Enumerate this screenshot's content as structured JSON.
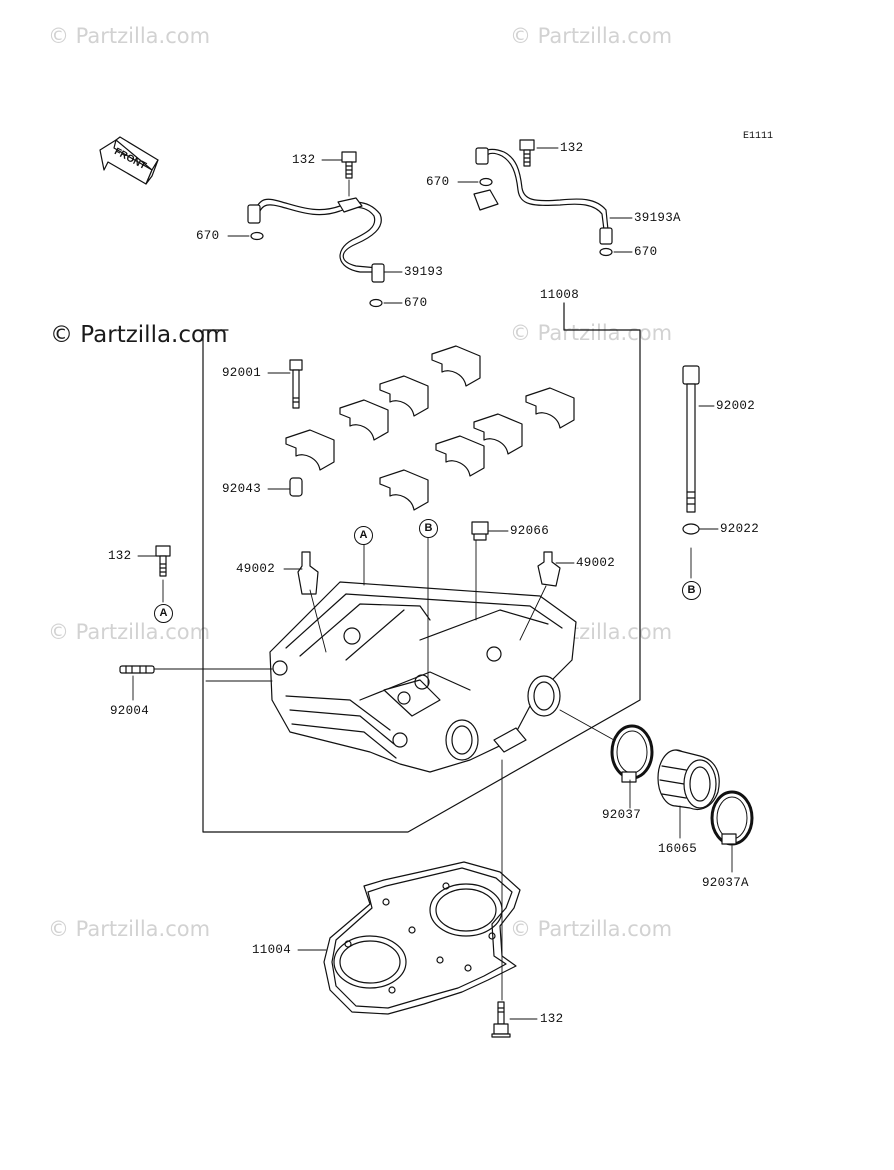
{
  "watermarks": {
    "faint": "© Partzilla.com",
    "main": "© Partzilla.com"
  },
  "diagram_code": "E1111",
  "front_label": "FRONT",
  "references": {
    "a": "A",
    "b": "B"
  },
  "parts": {
    "p132_top_left": "132",
    "p132_top_right": "132",
    "p670_right_top": "670",
    "p39193A": "39193A",
    "p670_right_bottom": "670",
    "p670_left_top": "670",
    "p39193": "39193",
    "p670_left_bottom": "670",
    "p11008": "11008",
    "p92001": "92001",
    "p92002": "92002",
    "p92043": "92043",
    "p92066": "92066",
    "p92022": "92022",
    "p132_left": "132",
    "p49002_left": "49002",
    "p49002_right": "49002",
    "p92004": "92004",
    "p92037": "92037",
    "p16065": "16065",
    "p92037A": "92037A",
    "p11004": "11004",
    "p132_bottom": "132"
  }
}
